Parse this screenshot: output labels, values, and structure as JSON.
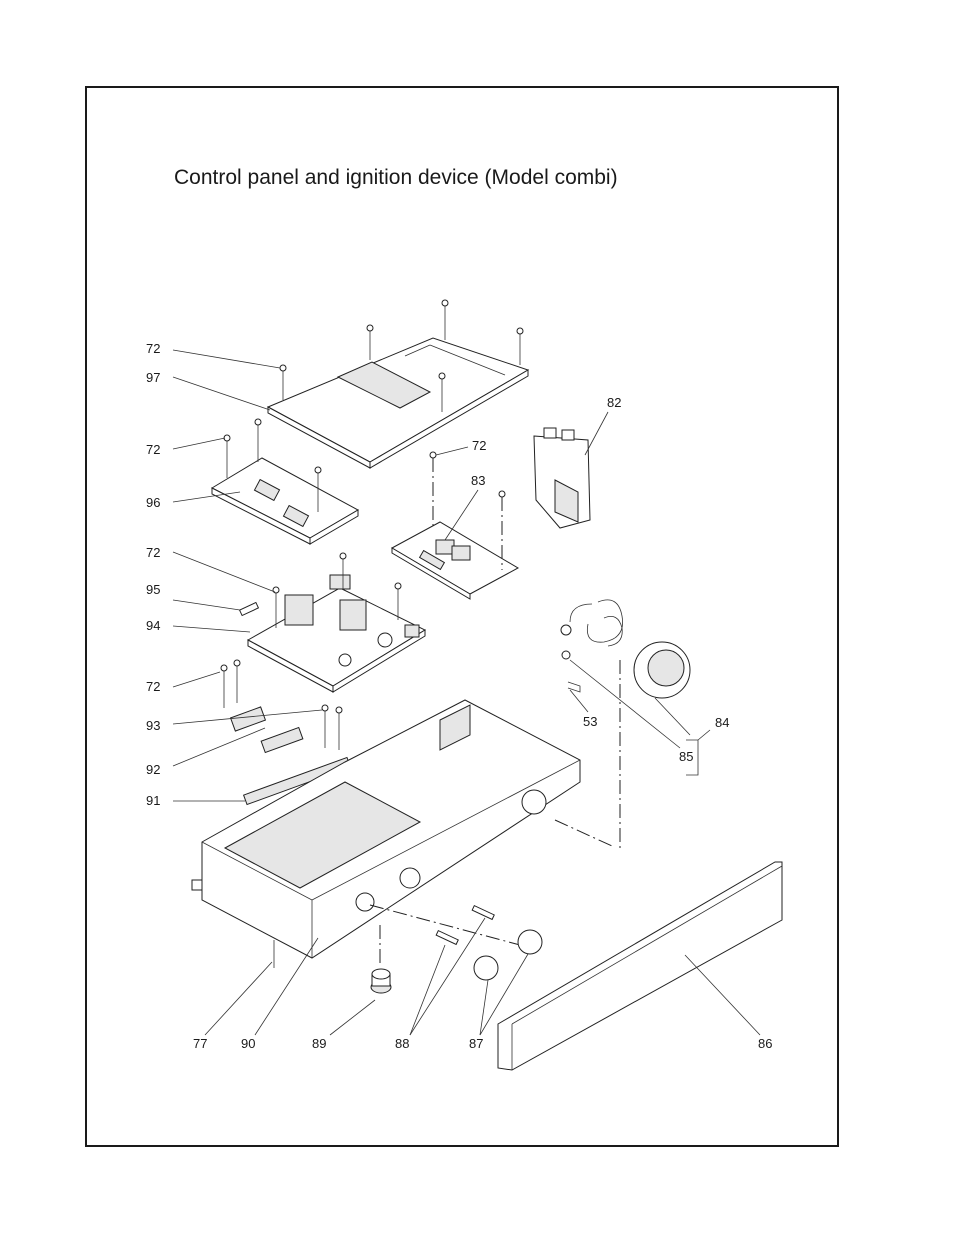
{
  "title": "Control panel and ignition device (Model combi)",
  "callouts": [
    {
      "id": "c72a",
      "label": "72"
    },
    {
      "id": "c97",
      "label": "97"
    },
    {
      "id": "c72b",
      "label": "72"
    },
    {
      "id": "c96",
      "label": "96"
    },
    {
      "id": "c72c",
      "label": "72"
    },
    {
      "id": "c95",
      "label": "95"
    },
    {
      "id": "c94",
      "label": "94"
    },
    {
      "id": "c72d",
      "label": "72"
    },
    {
      "id": "c93",
      "label": "93"
    },
    {
      "id": "c92",
      "label": "92"
    },
    {
      "id": "c91",
      "label": "91"
    },
    {
      "id": "c82",
      "label": "82"
    },
    {
      "id": "c72e",
      "label": "72"
    },
    {
      "id": "c83",
      "label": "83"
    },
    {
      "id": "c53",
      "label": "53"
    },
    {
      "id": "c84",
      "label": "84"
    },
    {
      "id": "c85",
      "label": "85"
    },
    {
      "id": "c77",
      "label": "77"
    },
    {
      "id": "c90",
      "label": "90"
    },
    {
      "id": "c89",
      "label": "89"
    },
    {
      "id": "c88",
      "label": "88"
    },
    {
      "id": "c87",
      "label": "87"
    },
    {
      "id": "c86",
      "label": "86"
    }
  ]
}
